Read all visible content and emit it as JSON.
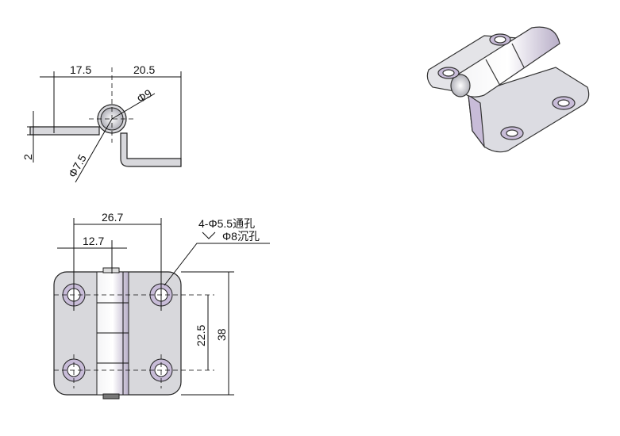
{
  "top_view": {
    "dim_left": "17.5",
    "dim_right": "20.5",
    "dia_knuckle": "Φ9",
    "dia_pin": "Φ7.5",
    "thickness": "2"
  },
  "front_view": {
    "dim_hole_span": "26.7",
    "dim_center": "12.7",
    "dim_hole_pitch": "22.5",
    "dim_height": "38",
    "note_holes": "4-Φ5.5通孔",
    "note_countersink": "Φ8沉孔"
  },
  "colors": {
    "part": "#d8d8dc",
    "line": "#111111",
    "accent": "#c8bcd8"
  }
}
